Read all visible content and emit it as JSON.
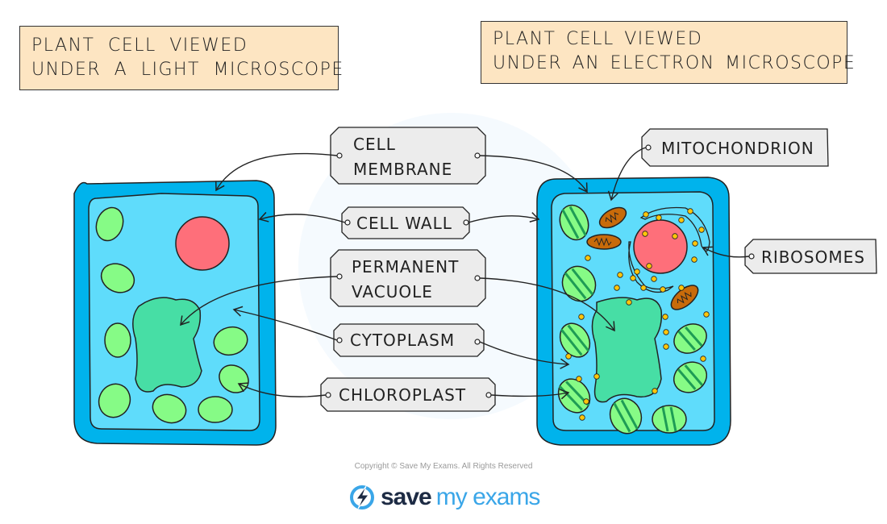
{
  "titles": {
    "left": {
      "line1": "PLANT CELL VIEWED",
      "line2": "UNDER A LIGHT MICROSCOPE"
    },
    "right": {
      "line1": "PLANT CELL VIEWED",
      "line2": "UNDER AN ELECTRON MICROSCOPE"
    }
  },
  "labels": {
    "cell_membrane": {
      "line1": "CELL",
      "line2": "MEMBRANE"
    },
    "cell_wall": "CELL WALL",
    "permanent_vacuole": {
      "line1": "PERMANENT",
      "line2": "VACUOLE"
    },
    "cytoplasm": "CYTOPLASM",
    "chloroplast": "CHLOROPLAST",
    "mitochondrion": "MITOCHONDRION",
    "ribosomes": "RIBOSOMES"
  },
  "colors": {
    "cell_wall": "#00b3ec",
    "cytoplasm": "#5fdcfb",
    "nucleus": "#fe6f7a",
    "vacuole": "#47dea5",
    "chloroplast": "#86fb86",
    "chloroplast_stripe": "#1e9c55",
    "mitochondrion": "#c86b0a",
    "mito_inner": "#fde1a6",
    "ribosome": "#fec60a",
    "label_box": "#ececec",
    "title_box": "#fde5c2"
  },
  "footer": {
    "copyright": "Copyright © Save My Exams. All Rights Reserved",
    "brand_save": "save",
    "brand_rest": "my exams"
  }
}
